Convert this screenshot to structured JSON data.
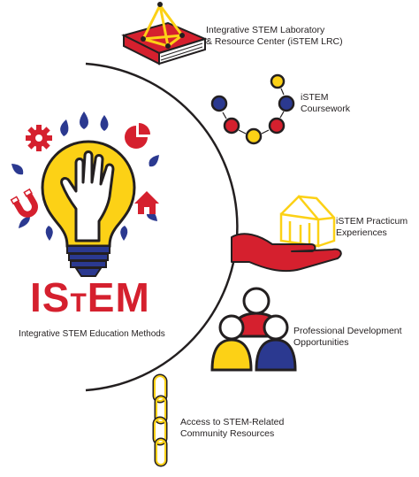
{
  "brand": {
    "part1": "IS",
    "part2": "T",
    "part3": "EM"
  },
  "subtitle": "Integrative STEM Education Methods",
  "items": [
    {
      "label": "Integrative STEM Laboratory\n& Resource Center (iSTEM LRC)",
      "icon": "book-tetrahedron-icon"
    },
    {
      "label": "iSTEM\nCoursework",
      "icon": "circle-sequence-icon"
    },
    {
      "label": "iSTEM Practicum\nExperiences",
      "icon": "hand-frame-house-icon"
    },
    {
      "label": "Professional Development\nOpportunities",
      "icon": "people-icon"
    },
    {
      "label": "Access to STEM-Related\nCommunity Resources",
      "icon": "chain-icon"
    }
  ],
  "colors": {
    "red": "#d5202e",
    "yellow": "#fcd116",
    "blue": "#2b3990",
    "black": "#231f20"
  }
}
